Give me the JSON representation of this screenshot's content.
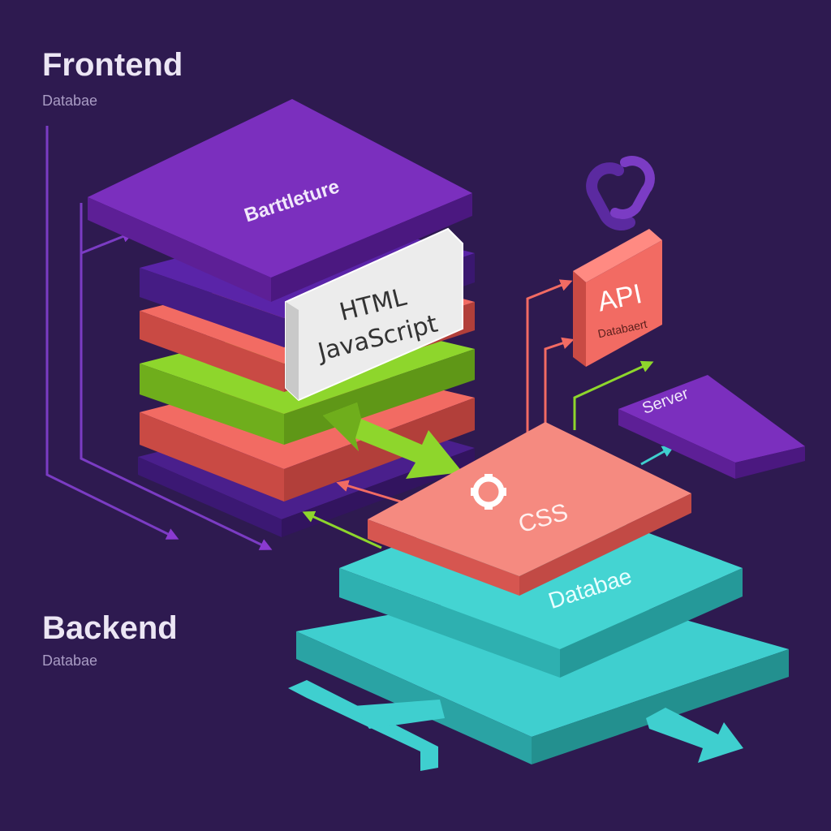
{
  "colors": {
    "background": "#2e1a50",
    "purple": "#7b2fbe",
    "red": "#f26b63",
    "green": "#8ed62c",
    "teal": "#3fcfcf",
    "card": "#ececec"
  },
  "frontend": {
    "title": "Frontend",
    "subtitle": "Databae"
  },
  "backend": {
    "title": "Backend",
    "subtitle": "Databae"
  },
  "layers": {
    "top_label": "Barttleture",
    "card_line1": "HTML",
    "card_line2": "JavaScript"
  },
  "api": {
    "title": "API",
    "subtitle": "Databaert"
  },
  "server": {
    "label": "Server"
  },
  "css_layer": {
    "label": "CSS",
    "icon": "gear-icon"
  },
  "database_layer": {
    "label": "Databae"
  },
  "logo": {
    "icon": "link-logo-icon"
  }
}
